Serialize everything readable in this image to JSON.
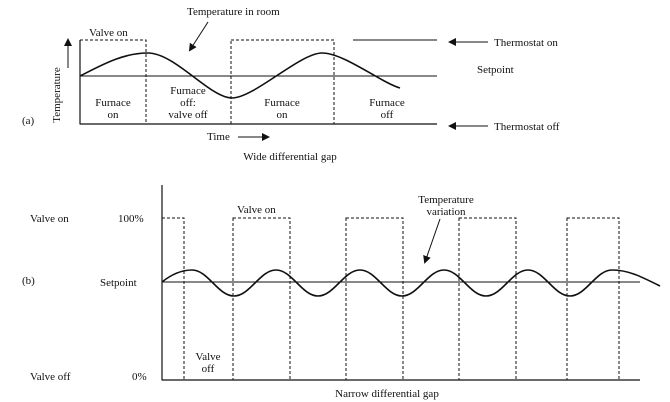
{
  "colors": {
    "ink": "#111111",
    "background": "#ffffff"
  },
  "panel_a": {
    "label": "(a)",
    "y_axis_label": "Temperature",
    "x_axis_label": "Time",
    "caption": "Wide differential gap",
    "annotations": {
      "valve_on": "Valve on",
      "temperature_in_room": "Temperature in room",
      "thermostat_on": "Thermostat on",
      "setpoint": "Setpoint",
      "thermostat_off": "Thermostat off"
    },
    "regions": [
      {
        "line1": "Furnace",
        "line2": "on",
        "line3": ""
      },
      {
        "line1": "Furnace",
        "line2": "off:",
        "line3": "valve off"
      },
      {
        "line1": "Furnace",
        "line2": "on",
        "line3": ""
      },
      {
        "line1": "Furnace",
        "line2": "off",
        "line3": ""
      }
    ]
  },
  "panel_b": {
    "label": "(b)",
    "caption": "Narrow differential gap",
    "annotations": {
      "valve_on_left": "Valve on",
      "percent_100": "100%",
      "valve_on_top": "Valve on",
      "temperature_variation_line1": "Temperature",
      "temperature_variation_line2": "variation",
      "setpoint": "Setpoint",
      "valve_off_line1": "Valve",
      "valve_off_line2": "off",
      "valve_off_left": "Valve off",
      "percent_0": "0%"
    }
  }
}
